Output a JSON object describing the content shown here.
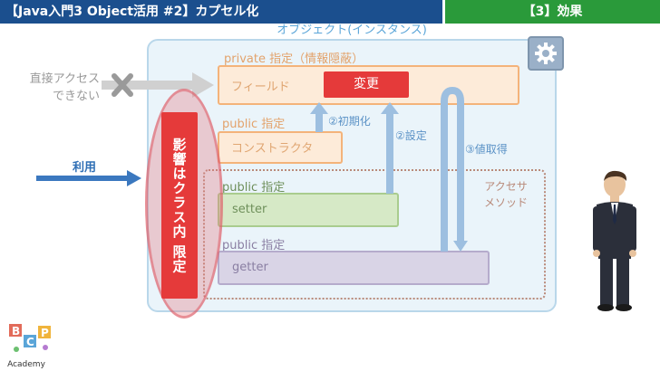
{
  "header": {
    "title": "【Java入門3 Object活用 #2】カプセル化",
    "section": "【3】効果"
  },
  "object_title": "オブジェクト(インスタンス)",
  "private_label": "private 指定（情報隠蔽）",
  "field_label": "フィールド",
  "change_label": "変更",
  "public_ctor_label": "public 指定",
  "ctor_label": "コンストラクタ",
  "public_setter_label": "public 指定",
  "setter_label": "setter",
  "public_getter_label": "public 指定",
  "getter_label": "getter",
  "accessor_label_line1": "アクセサ",
  "accessor_label_line2": "メソッド",
  "no_access_line1": "直接アクセス",
  "no_access_line2": "できない",
  "use_label": "利用",
  "scope_label": "影響はクラス内 限定",
  "step_init": "②初期化",
  "step_set": "②設定",
  "step_get": "③値取得",
  "logo": {
    "letters": [
      "B",
      "C",
      "P"
    ],
    "name": "Academy"
  },
  "colors": {
    "header_blue": "#1b4f8e",
    "header_green": "#2a9a3a",
    "accent_red": "#e53a3a",
    "arrow_blue": "#9dbfe0"
  }
}
